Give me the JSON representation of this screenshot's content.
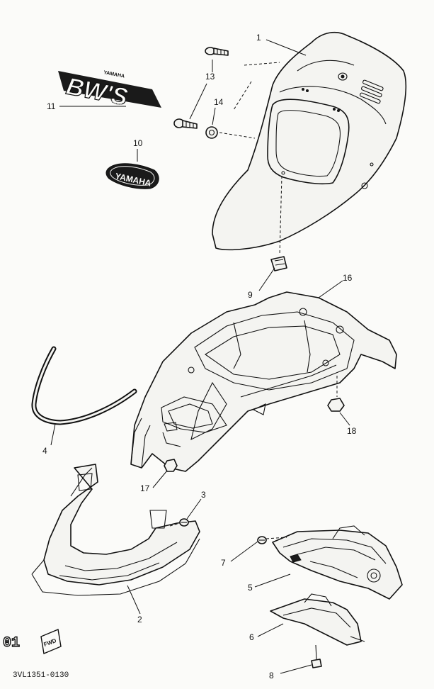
{
  "parts": [
    {
      "no": "1"
    },
    {
      "no": "2"
    },
    {
      "no": "3"
    },
    {
      "no": "4"
    },
    {
      "no": "5"
    },
    {
      "no": "6"
    },
    {
      "no": "7"
    },
    {
      "no": "8"
    },
    {
      "no": "9"
    },
    {
      "no": "10"
    },
    {
      "no": "11"
    },
    {
      "no": "13"
    },
    {
      "no": "14"
    },
    {
      "no": "16"
    },
    {
      "no": "17"
    },
    {
      "no": "18"
    }
  ],
  "emblem_bws": {
    "main": "BW'S",
    "small_top": "YAMAHA",
    "small_bottom": "Original"
  },
  "emblem_yamaha": "YAMAHA",
  "badge": {
    "model_code": "01",
    "drive": "FWD"
  },
  "drawing_number": "3VL1351-0130"
}
